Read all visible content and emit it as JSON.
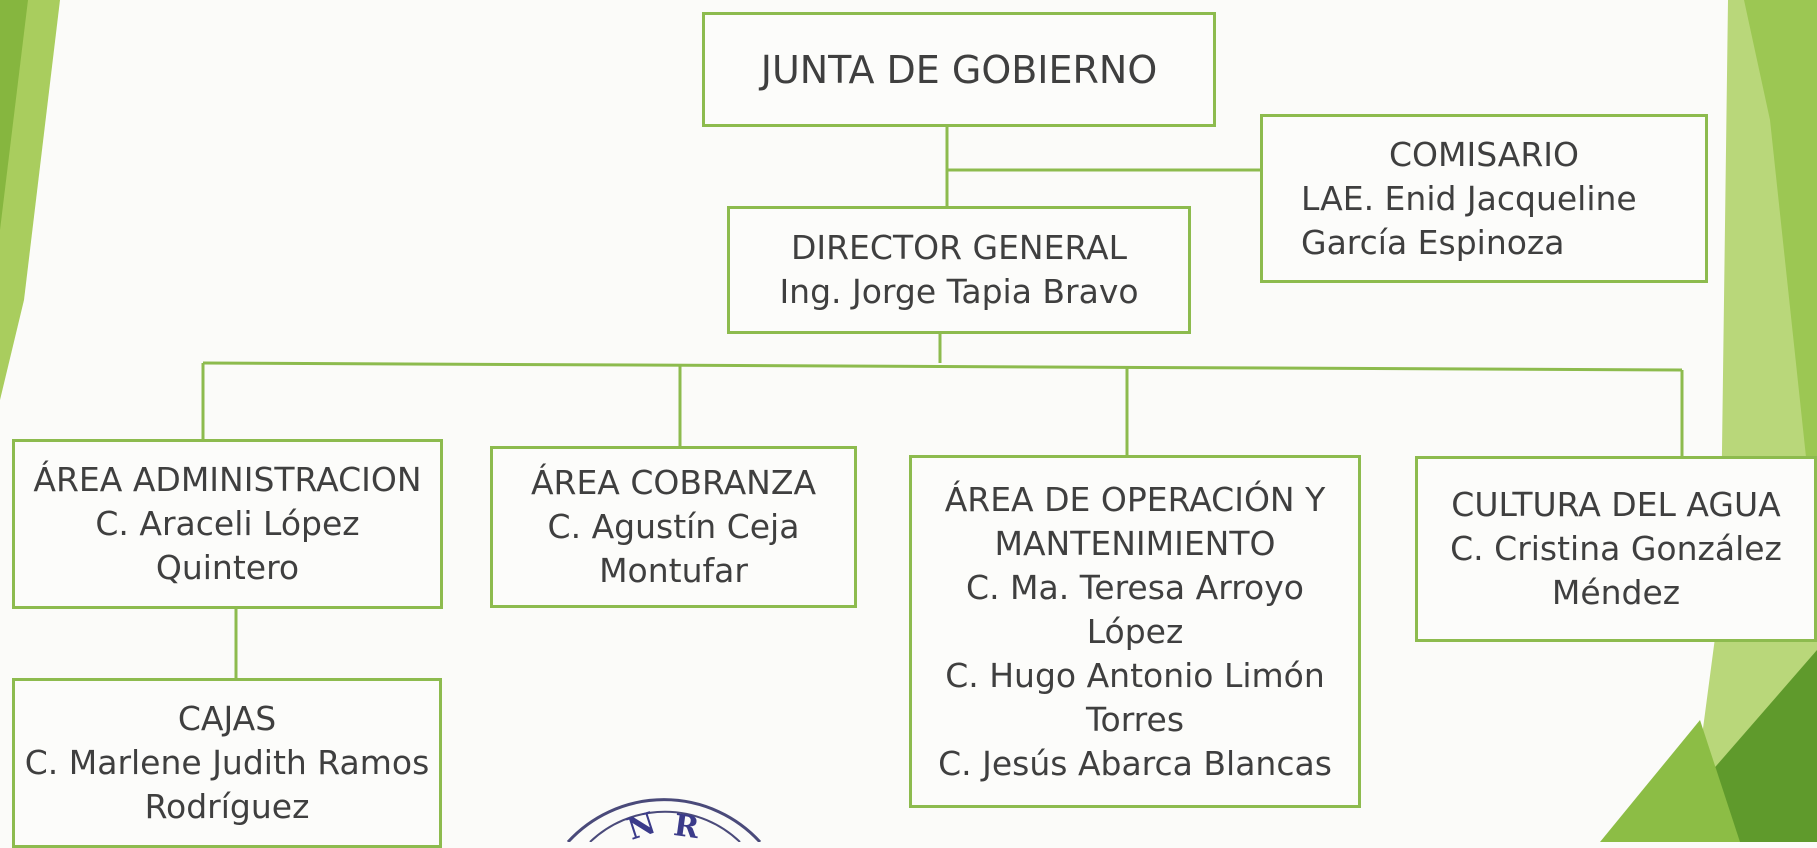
{
  "org_chart": {
    "junta": {
      "lines": [
        "JUNTA DE GOBIERNO"
      ]
    },
    "comisario": {
      "lines": [
        "COMISARIO",
        "LAE. Enid Jacqueline",
        "García Espinoza"
      ]
    },
    "director": {
      "lines": [
        "DIRECTOR GENERAL",
        "Ing. Jorge Tapia Bravo"
      ]
    },
    "administracion": {
      "lines": [
        "ÁREA ADMINISTRACION",
        "C. Araceli López",
        "Quintero"
      ]
    },
    "cobranza": {
      "lines": [
        "ÁREA COBRANZA",
        "C. Agustín Ceja",
        "Montufar"
      ]
    },
    "operacion": {
      "lines": [
        "ÁREA DE OPERACIÓN Y",
        "MANTENIMIENTO",
        "C. Ma. Teresa Arroyo",
        "López",
        "C. Hugo Antonio Limón",
        "Torres",
        "C. Jesús Abarca Blancas"
      ]
    },
    "cultura": {
      "lines": [
        "CULTURA DEL AGUA",
        "C. Cristina González",
        "Méndez"
      ]
    },
    "cajas": {
      "lines": [
        "CAJAS",
        "C. Marlene Judith Ramos",
        "Rodríguez"
      ]
    }
  },
  "colors": {
    "box_border": "#8dbb4e",
    "connector": "#8dbb4e",
    "text": "#3f3f3f",
    "accent_green_light": "#b3d16e",
    "accent_green_dark": "#5f9a2c"
  },
  "stamp": {
    "lines": [
      "N",
      "R"
    ]
  }
}
